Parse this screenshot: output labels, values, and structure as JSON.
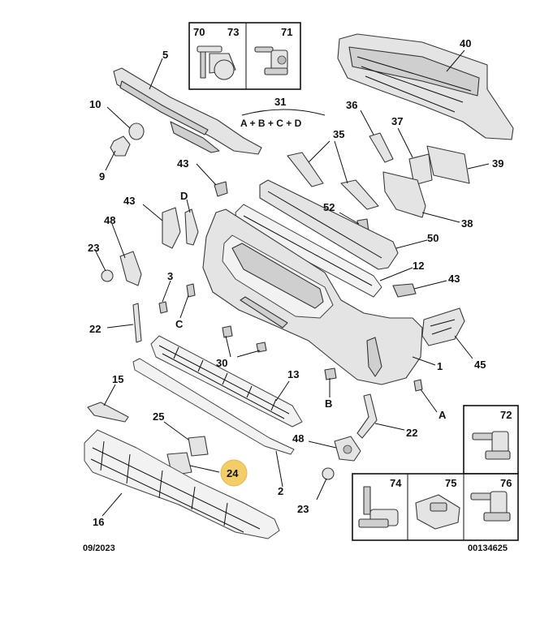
{
  "callouts": [
    {
      "id": "c1",
      "text": "1"
    },
    {
      "id": "c2",
      "text": "2"
    },
    {
      "id": "c3",
      "text": "3"
    },
    {
      "id": "c5",
      "text": "5"
    },
    {
      "id": "c9",
      "text": "9"
    },
    {
      "id": "c10",
      "text": "10"
    },
    {
      "id": "c12",
      "text": "12"
    },
    {
      "id": "c13",
      "text": "13"
    },
    {
      "id": "c15",
      "text": "15"
    },
    {
      "id": "c16",
      "text": "16"
    },
    {
      "id": "c22a",
      "text": "22"
    },
    {
      "id": "c22b",
      "text": "22"
    },
    {
      "id": "c23a",
      "text": "23"
    },
    {
      "id": "c23b",
      "text": "23"
    },
    {
      "id": "c24",
      "text": "24"
    },
    {
      "id": "c25",
      "text": "25"
    },
    {
      "id": "c30",
      "text": "30"
    },
    {
      "id": "c31",
      "text": "31"
    },
    {
      "id": "c35",
      "text": "35"
    },
    {
      "id": "c36",
      "text": "36"
    },
    {
      "id": "c37",
      "text": "37"
    },
    {
      "id": "c38",
      "text": "38"
    },
    {
      "id": "c39",
      "text": "39"
    },
    {
      "id": "c40",
      "text": "40"
    },
    {
      "id": "c43a",
      "text": "43"
    },
    {
      "id": "c43b",
      "text": "43"
    },
    {
      "id": "c43c",
      "text": "43"
    },
    {
      "id": "c45",
      "text": "45"
    },
    {
      "id": "c48a",
      "text": "48"
    },
    {
      "id": "c48b",
      "text": "48"
    },
    {
      "id": "c50",
      "text": "50"
    },
    {
      "id": "c52",
      "text": "52"
    },
    {
      "id": "cA",
      "text": "A"
    },
    {
      "id": "cB",
      "text": "B"
    },
    {
      "id": "cC",
      "text": "C"
    },
    {
      "id": "cD",
      "text": "D"
    },
    {
      "id": "c70",
      "text": "70"
    },
    {
      "id": "c71",
      "text": "71"
    },
    {
      "id": "c72",
      "text": "72"
    },
    {
      "id": "c73",
      "text": "73"
    },
    {
      "id": "c74",
      "text": "74"
    },
    {
      "id": "c75",
      "text": "75"
    },
    {
      "id": "c76",
      "text": "76"
    }
  ],
  "formula": "A + B + C + D",
  "date_code": "09/2023",
  "reference_code": "00134625",
  "highlighted_callout": "24",
  "colors": {
    "highlight": "#f2cd6b",
    "line": "#111111",
    "part_fill": "#e4e4e4"
  }
}
